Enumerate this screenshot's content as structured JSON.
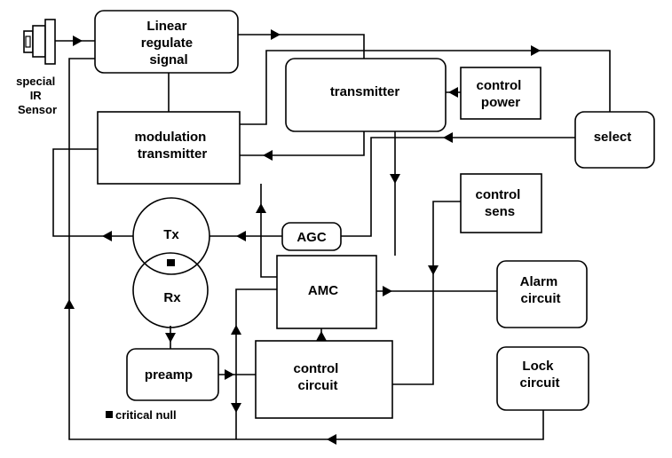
{
  "blocks": {
    "sensor": [
      "special",
      "IR",
      "Sensor"
    ],
    "linear_regulate": [
      "Linear",
      "regulate",
      "signal"
    ],
    "transmitter": [
      "transmitter"
    ],
    "control_power": [
      "control",
      "power"
    ],
    "select": [
      "select"
    ],
    "modulation_transmitter": [
      "modulation",
      "transmitter"
    ],
    "control_sens": [
      "control",
      "sens"
    ],
    "tx": [
      "Tx"
    ],
    "rx": [
      "Rx"
    ],
    "agc": [
      "AGC"
    ],
    "amc": [
      "AMC"
    ],
    "alarm_circuit": [
      "Alarm",
      "circuit"
    ],
    "preamp": [
      "preamp"
    ],
    "control_circuit": [
      "control",
      "circuit"
    ],
    "lock_circuit": [
      "Lock",
      "circuit"
    ]
  },
  "legend": {
    "critical_null": "critical null"
  }
}
